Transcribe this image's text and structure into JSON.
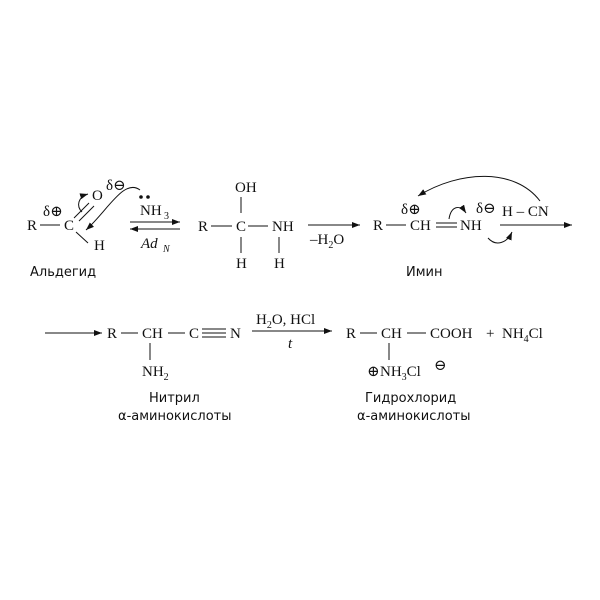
{
  "diagram": {
    "row1": {
      "aldehyde": {
        "delta_plus": "δ⊕",
        "r": "R",
        "c": "C",
        "o": "O",
        "delta_minus": "δ⊖",
        "h": "H",
        "caption": "Альдегид"
      },
      "nh3": {
        "n": "NH",
        "sub": "3"
      },
      "addition_label": {
        "main": "Ad",
        "sub": "N"
      },
      "aminoalcohol": {
        "oh": "OH",
        "r": "R",
        "c": "C",
        "nh": "NH",
        "h1": "H",
        "h2": "H"
      },
      "dehydration_label": {
        "pre": "–H",
        "sub": "2",
        "post": "O"
      },
      "imine": {
        "delta_plus": "δ⊕",
        "r": "R",
        "ch": "CH",
        "nh": "NH",
        "delta_minus": "δ⊖",
        "caption": "Имин"
      },
      "hcn_label": "H – CN"
    },
    "row2": {
      "nitrile": {
        "r": "R",
        "ch": "CH",
        "c": "C",
        "n": "N",
        "nh2": "NH",
        "nh2_sub": "2",
        "caption_line1": "Нитрил",
        "caption_line2": "α-аминокислоты"
      },
      "hydrolysis_label": {
        "top_pre": "H",
        "top_sub": "2",
        "top_post": "O, HCl",
        "bottom": "t"
      },
      "product": {
        "r": "R",
        "ch": "CH",
        "cooh": "COOH",
        "plus": "+",
        "nh4cl": "NH",
        "nh4cl_sub": "4",
        "nh4cl_post": "Cl",
        "charge_plus": "⊕",
        "nh3": "NH",
        "nh3_sub": "3",
        "cl": "Cl",
        "charge_minus": "⊖",
        "caption_line1": "Гидрохлорид",
        "caption_line2": "α-аминокислоты"
      }
    }
  }
}
